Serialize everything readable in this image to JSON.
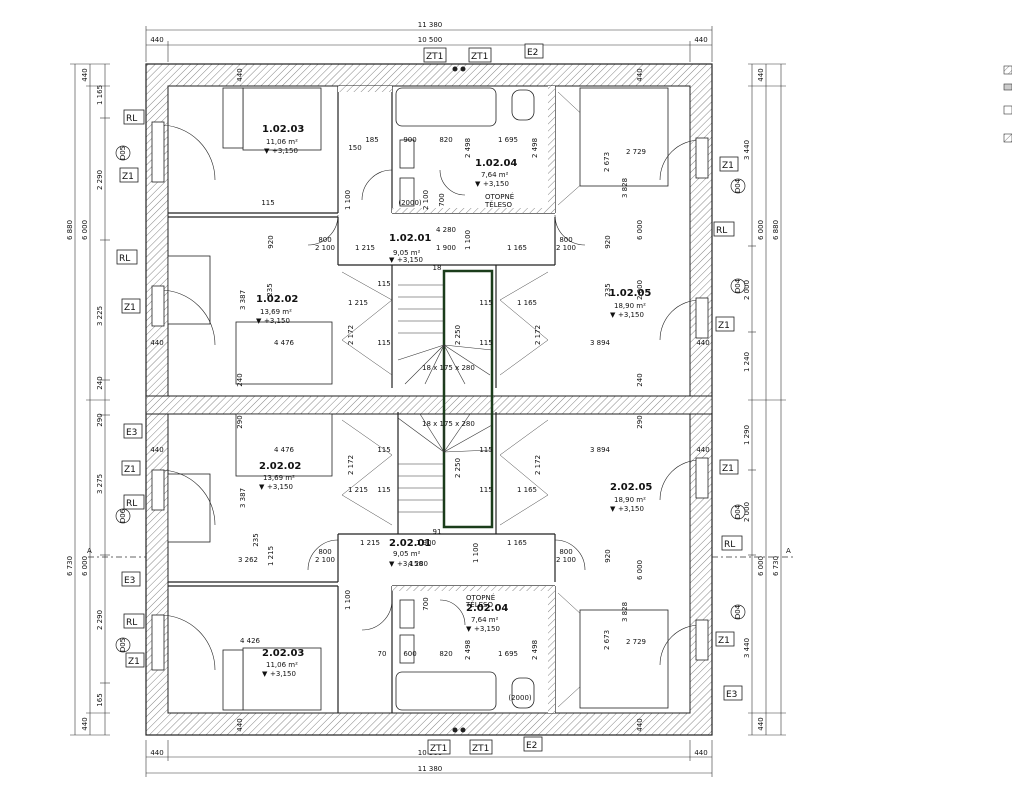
{
  "dims": {
    "total_width": "11 380",
    "inner_width": "10 500",
    "wall": "440",
    "total_height_left": "6 880",
    "total_height_left2": "6 730",
    "inner_h1": "6 000",
    "inner_h2": "6 000",
    "left_a": "1 165",
    "left_b": "2 290",
    "left_c": "3 225",
    "left_d": "240",
    "left_e": "290",
    "left_f": "3 275",
    "left_g": "2 290",
    "left_h": "165",
    "right_a": "3 440",
    "right_b": "2 000",
    "right_c": "1 240",
    "right_d": "1 290",
    "right_e": "2 000",
    "right_f": "3 440",
    "w4476": "4 476",
    "w3894": "3 894",
    "w4280": "4 280",
    "w1900": "1 900",
    "w1215": "1 215",
    "w1165": "1 165",
    "w820": "820",
    "w1695": "1 695",
    "w2729": "2 729",
    "w4426": "4 426",
    "w2172": "2 172",
    "w3387": "3 387",
    "w2673": "2 673",
    "w3828": "3 828",
    "w115": "115",
    "w900": "900",
    "w2100": "2 100",
    "w800": "800",
    "w920": "920",
    "w235": "235",
    "w1100": "1 100",
    "w2250": "2 250",
    "w700": "700",
    "w600": "600",
    "w2000": "(2000)",
    "w185": "185",
    "w70": "70",
    "w150": "150",
    "w2498": "2 498",
    "w18": "18",
    "w91": "91",
    "w1215b": "1 215",
    "w3262": "3 262"
  },
  "rooms": [
    {
      "id": "1.02.03",
      "area": "11,06 m²",
      "level": "+3,150"
    },
    {
      "id": "1.02.04",
      "area": "7,64 m²",
      "level": "+3,150"
    },
    {
      "id": "1.02.01",
      "area": "9,05 m²",
      "level": "+3,150"
    },
    {
      "id": "1.02.02",
      "area": "13,69 m²",
      "level": "+3,150"
    },
    {
      "id": "1.02.05",
      "area": "18,90 m²",
      "level": "+3,150"
    },
    {
      "id": "2.02.02",
      "area": "13,69 m²",
      "level": "+3,150"
    },
    {
      "id": "2.02.05",
      "area": "18,90 m²",
      "level": "+3,150"
    },
    {
      "id": "2.02.01",
      "area": "9,05 m²",
      "level": "+3,150"
    },
    {
      "id": "2.02.04",
      "area": "7,64 m²",
      "level": "+3,150"
    },
    {
      "id": "2.02.03",
      "area": "11,06 m²",
      "level": "+3,150"
    }
  ],
  "tags": {
    "zt1": "ZT1",
    "e2": "E2",
    "e3": "E3",
    "rl": "RL",
    "z1": "Z1",
    "section": "A",
    "radiator": "OTOPNÉ",
    "radiator2": "TĚLESO",
    "stairs": "18 x 175 x 280",
    "d05": "D05",
    "d06": "D06",
    "d04": "D04"
  }
}
